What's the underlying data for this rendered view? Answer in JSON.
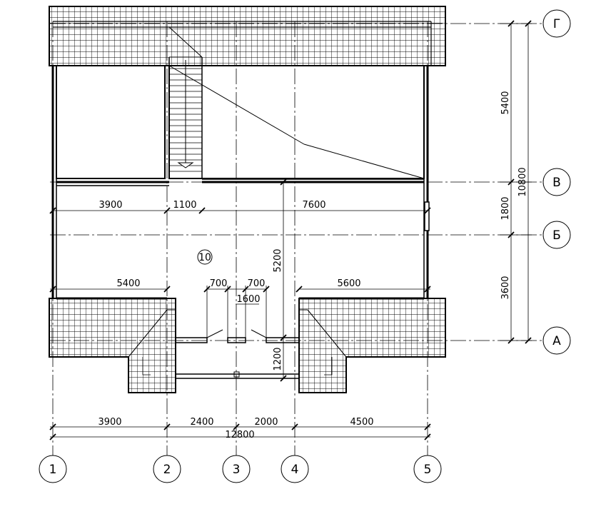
{
  "plan": {
    "room_number": "10",
    "axes_columns": [
      "1",
      "2",
      "3",
      "4",
      "5"
    ],
    "axes_rows": [
      "Г",
      "В",
      "Б",
      "А"
    ],
    "dimensions": {
      "top_left": "3900",
      "top_mid": "1100",
      "top_right": "7600",
      "left_low": "5400",
      "door_left": "700",
      "door_right": "700",
      "door_width": "1600",
      "right_low": "5600",
      "bottom_1": "3900",
      "bottom_2": "2400",
      "bottom_3": "2000",
      "bottom_4": "4500",
      "overall_width": "12800",
      "vertical_stair": "5200",
      "vertical_porch": "1200",
      "right_g_v": "5400",
      "right_v_b": "1800",
      "right_b_a": "3600",
      "right_overall": "10800"
    }
  }
}
